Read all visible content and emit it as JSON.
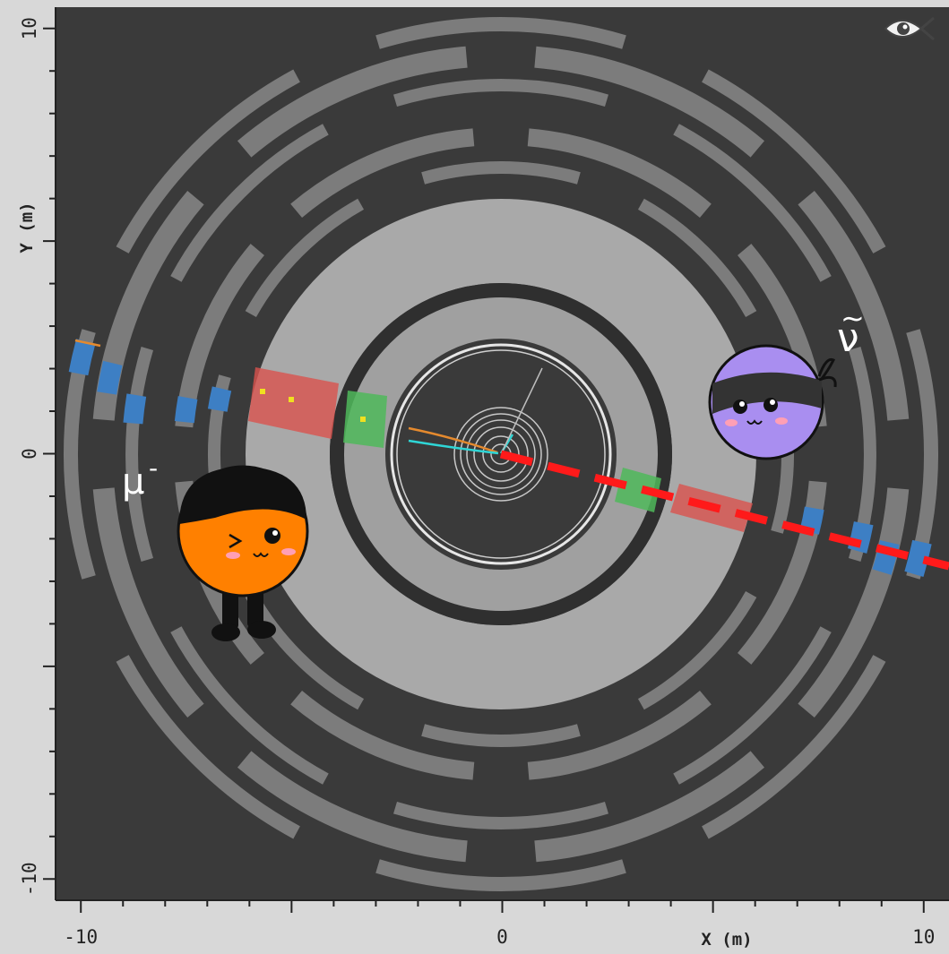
{
  "viewer": {
    "logo_icon": "eye-fish-icon",
    "background": "#3a3a3a",
    "frame": "#d8d8d8"
  },
  "axes": {
    "x_label": "X (m)",
    "y_label": "Y (m)",
    "x_ticks": [
      -10,
      0,
      10
    ],
    "y_ticks": [
      10,
      0,
      -10
    ],
    "x_range": [
      -10.6,
      10.6
    ],
    "y_range": [
      -10.5,
      10.5
    ]
  },
  "annotations": {
    "muon_label": "μ",
    "muon_charge": "-",
    "neutrino_label": "ν",
    "neutrino_bar": "~"
  },
  "colors": {
    "muon_chamber_hit": "#3d7fc4",
    "hcal_deposit": "#d9524d",
    "ecal_deposit": "#4fb85a",
    "missing_energy_line": "#ff1a1a",
    "track_orange": "#e58a2e",
    "track_cyan": "#2fd6d6",
    "calorimeter_gray": "#a9a9a9",
    "muon_chamber_gray": "#7c7c7c",
    "muon_mascot": "#ff8000",
    "neutrino_mascot": "#a98ef0"
  }
}
